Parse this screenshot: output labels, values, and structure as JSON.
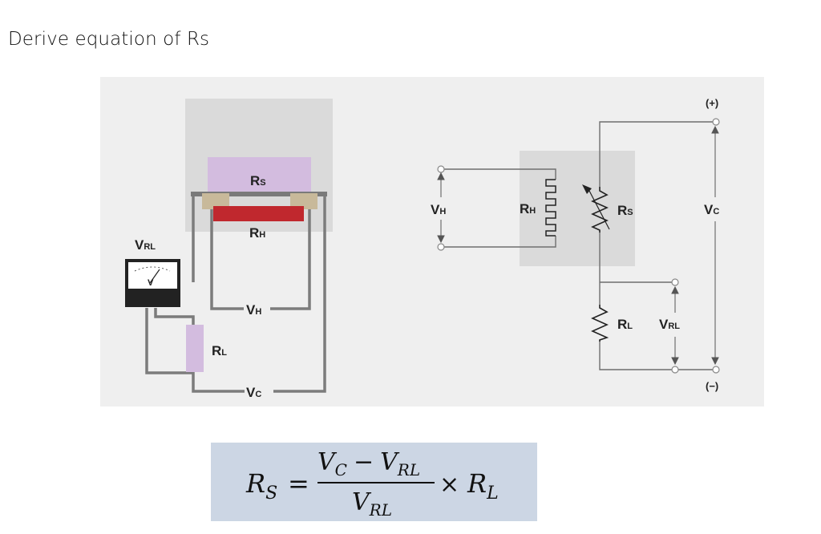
{
  "title": "Derive equation of Rs",
  "left_circuit": {
    "rs": {
      "main": "R",
      "sub": "S"
    },
    "rh": {
      "main": "R",
      "sub": "H"
    },
    "vrl": {
      "main": "V",
      "sub": "RL"
    },
    "meter_v": "V",
    "vh": {
      "main": "V",
      "sub": "H"
    },
    "rl": {
      "main": "R",
      "sub": "L"
    },
    "vc": {
      "main": "V",
      "sub": "C"
    }
  },
  "right_circuit": {
    "plus": "(+)",
    "minus": "(−)",
    "vh": {
      "main": "V",
      "sub": "H"
    },
    "rh": {
      "main": "R",
      "sub": "H"
    },
    "rs": {
      "main": "R",
      "sub": "S"
    },
    "vc": {
      "main": "V",
      "sub": "C"
    },
    "rl": {
      "main": "R",
      "sub": "L"
    },
    "vrl": {
      "main": "V",
      "sub": "RL"
    }
  },
  "equation": {
    "lhs_main": "R",
    "lhs_sub": "S",
    "equals": "=",
    "num_a_main": "V",
    "num_a_sub": "C",
    "minus": "−",
    "num_b_main": "V",
    "num_b_sub": "RL",
    "den_main": "V",
    "den_sub": "RL",
    "times": "×",
    "rhs_main": "R",
    "rhs_sub": "L"
  },
  "colors": {
    "panel": "#efefef",
    "shade": "#dadada",
    "sensor": "#d3bcdf",
    "heater": "#c0282e",
    "wire": "#7a7a7a",
    "equation_bg": "#ccd6e4"
  }
}
